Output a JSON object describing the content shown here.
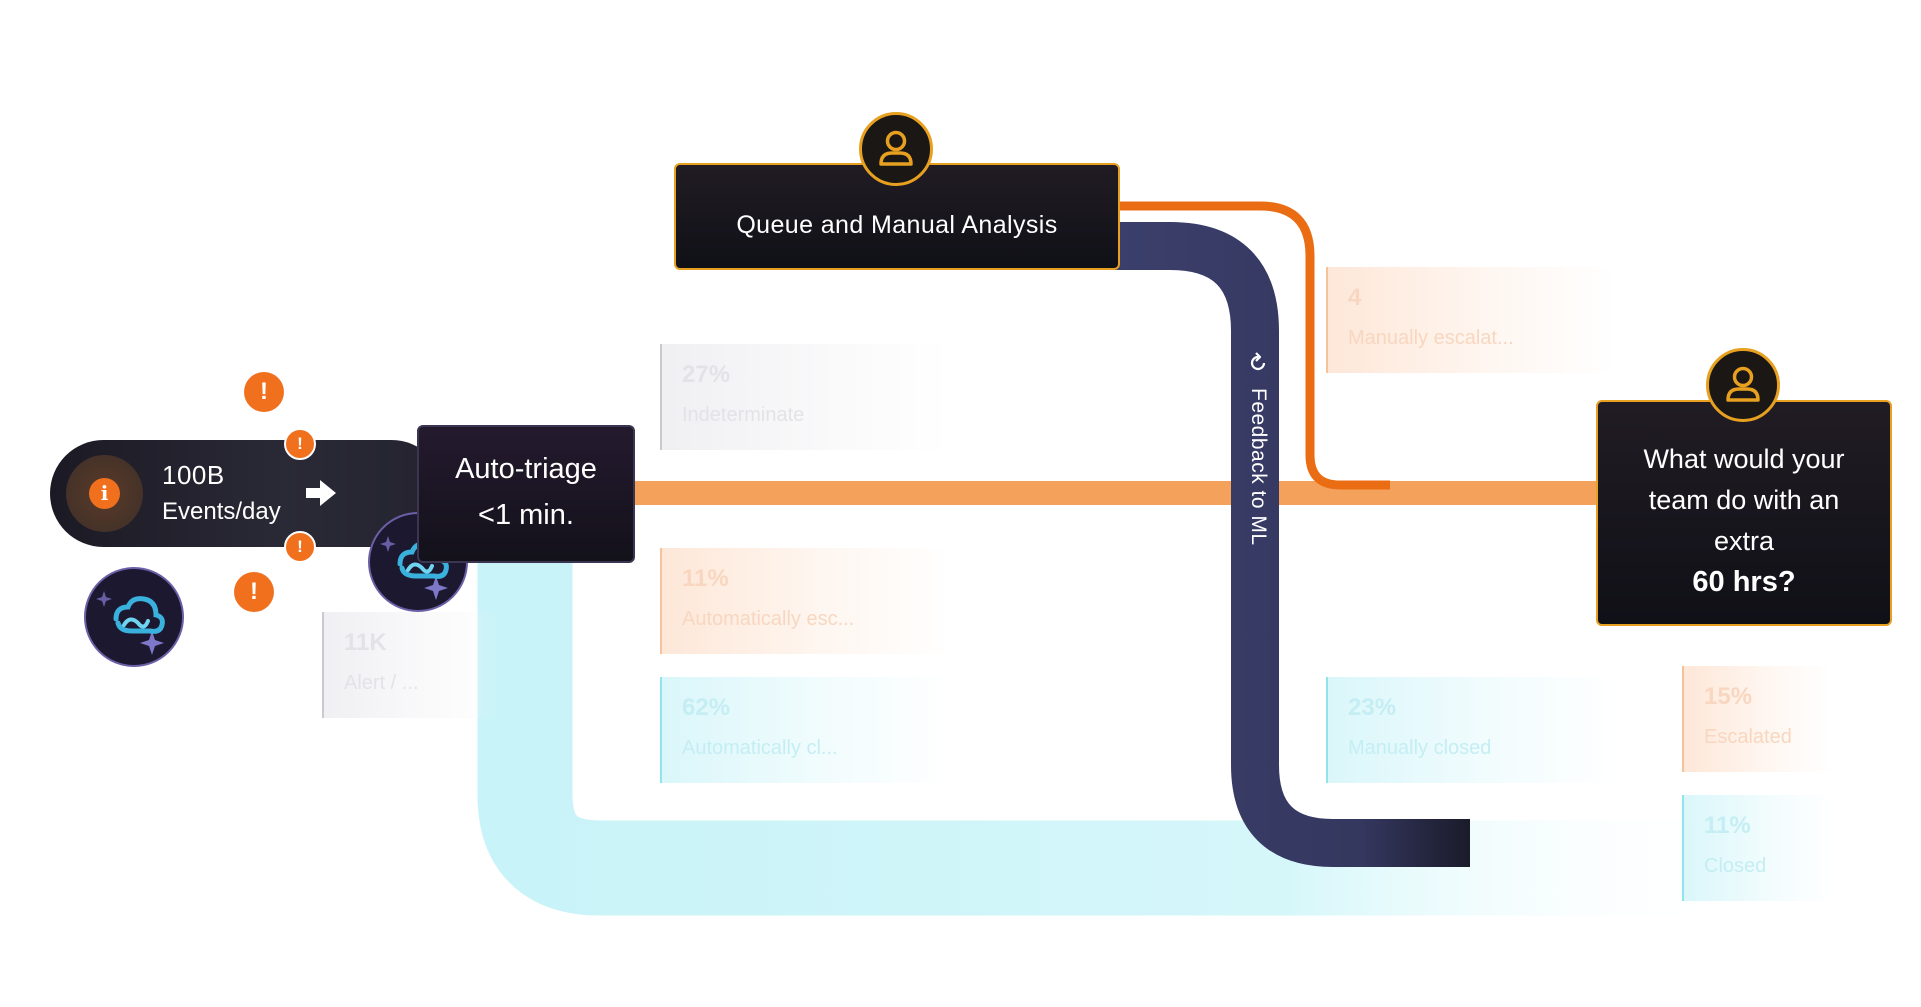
{
  "events": {
    "count": "100B",
    "label": "Events/day",
    "icon": "info-icon"
  },
  "auto_triage": {
    "title": "Auto-triage",
    "time": "<1 min."
  },
  "queue": {
    "label": "Queue and Manual Analysis",
    "icon": "person-icon"
  },
  "feedback": {
    "label": "Feedback to ML",
    "icon": "refresh-icon"
  },
  "question": {
    "line1": "What would your",
    "line2": "team do with an",
    "line3": "extra",
    "hours": "60 hrs?",
    "icon": "person-icon"
  },
  "alerts": {
    "glyph": "!"
  },
  "cards": [
    {
      "pct": "11K",
      "label": "Alert / ...",
      "tone": "gray"
    },
    {
      "pct": "27%",
      "label": "Indeterminate",
      "tone": "gray"
    },
    {
      "pct": "11%",
      "label": "Automatically esc...",
      "tone": "orange"
    },
    {
      "pct": "62%",
      "label": "Automatically cl...",
      "tone": "cyan"
    },
    {
      "pct": "4",
      "label": "Manually escalat...",
      "tone": "orange"
    },
    {
      "pct": "23%",
      "label": "Manually closed",
      "tone": "cyan"
    },
    {
      "pct": "15%",
      "label": "Escalated",
      "tone": "orange"
    },
    {
      "pct": "11%",
      "label": "Closed",
      "tone": "cyan"
    }
  ],
  "colors": {
    "orange_flow": "#f4a15c",
    "orange_line": "#ea6d14",
    "cyan_flow": "#c9f4f8",
    "navy_flow": "#3b3f6b",
    "gold": "#e8a020",
    "dark": "#14121a"
  }
}
